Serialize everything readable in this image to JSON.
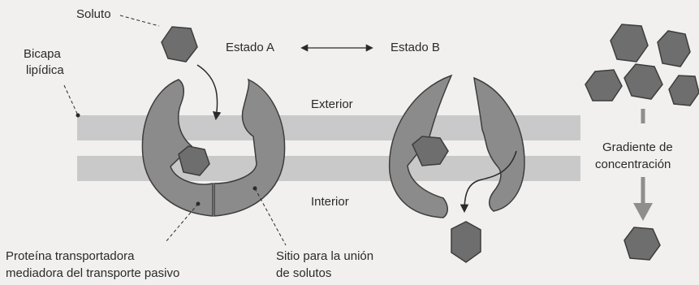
{
  "labels": {
    "solute": "Soluto",
    "bilayer_line1": "Bicapa",
    "bilayer_line2": "lipídica",
    "state_a": "Estado A",
    "state_b": "Estado B",
    "exterior": "Exterior",
    "interior": "Interior",
    "gradient_line1": "Gradiente de",
    "gradient_line2": "concentración",
    "carrier_line1": "Proteína transportadora",
    "carrier_line2": "mediadora del transporte pasivo",
    "binding_line1": "Sitio para la unión",
    "binding_line2": "de solutos"
  },
  "colors": {
    "background": "#f1f0ee",
    "bilayer": "#c9c9c9",
    "protein": "#8b8b8b",
    "protein_edge": "#3d3d3d",
    "solute": "#6e6e6e",
    "gradient_arrow": "#8e8e8e"
  },
  "icons": {
    "solute_shape": "hexagon",
    "state_arrow": "double-headed-arrow",
    "gradient_arrow": "down-arrow"
  }
}
